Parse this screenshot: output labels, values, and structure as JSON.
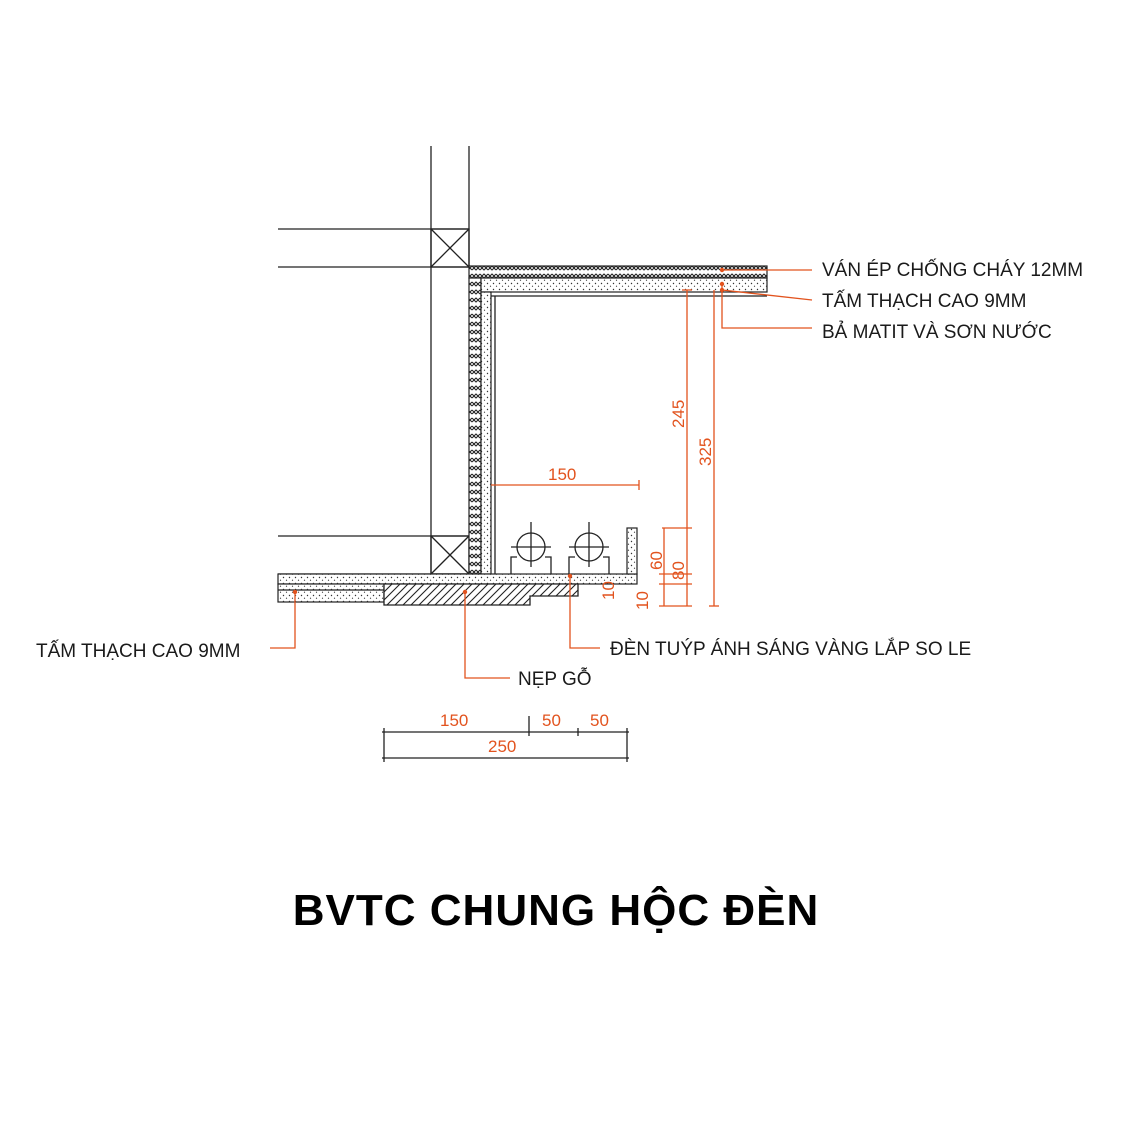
{
  "title": "BVTC CHUNG HỘC ĐÈN",
  "callouts": {
    "fire_plywood": "VÁN ÉP CHỐNG CHÁY 12MM",
    "gypsum_top": "TẤM THẠCH CAO 9MM",
    "putty_paint": "BẢ MATIT VÀ SƠN NƯỚC",
    "gypsum_left": "TẤM THẠCH CAO 9MM",
    "wood_trim": "NẸP GỖ",
    "tube_light": "ĐÈN TUÝP ÁNH SÁNG VÀNG LẮP SO LE"
  },
  "dimensions": {
    "d245": "245",
    "d325": "325",
    "d150_inner": "150",
    "d60": "60",
    "d80": "80",
    "d10a": "10",
    "d10b": "10",
    "b150": "150",
    "b50a": "50",
    "b50b": "50",
    "b250": "250"
  },
  "colors": {
    "dimension": "#e2531e",
    "linework": "#222222"
  }
}
